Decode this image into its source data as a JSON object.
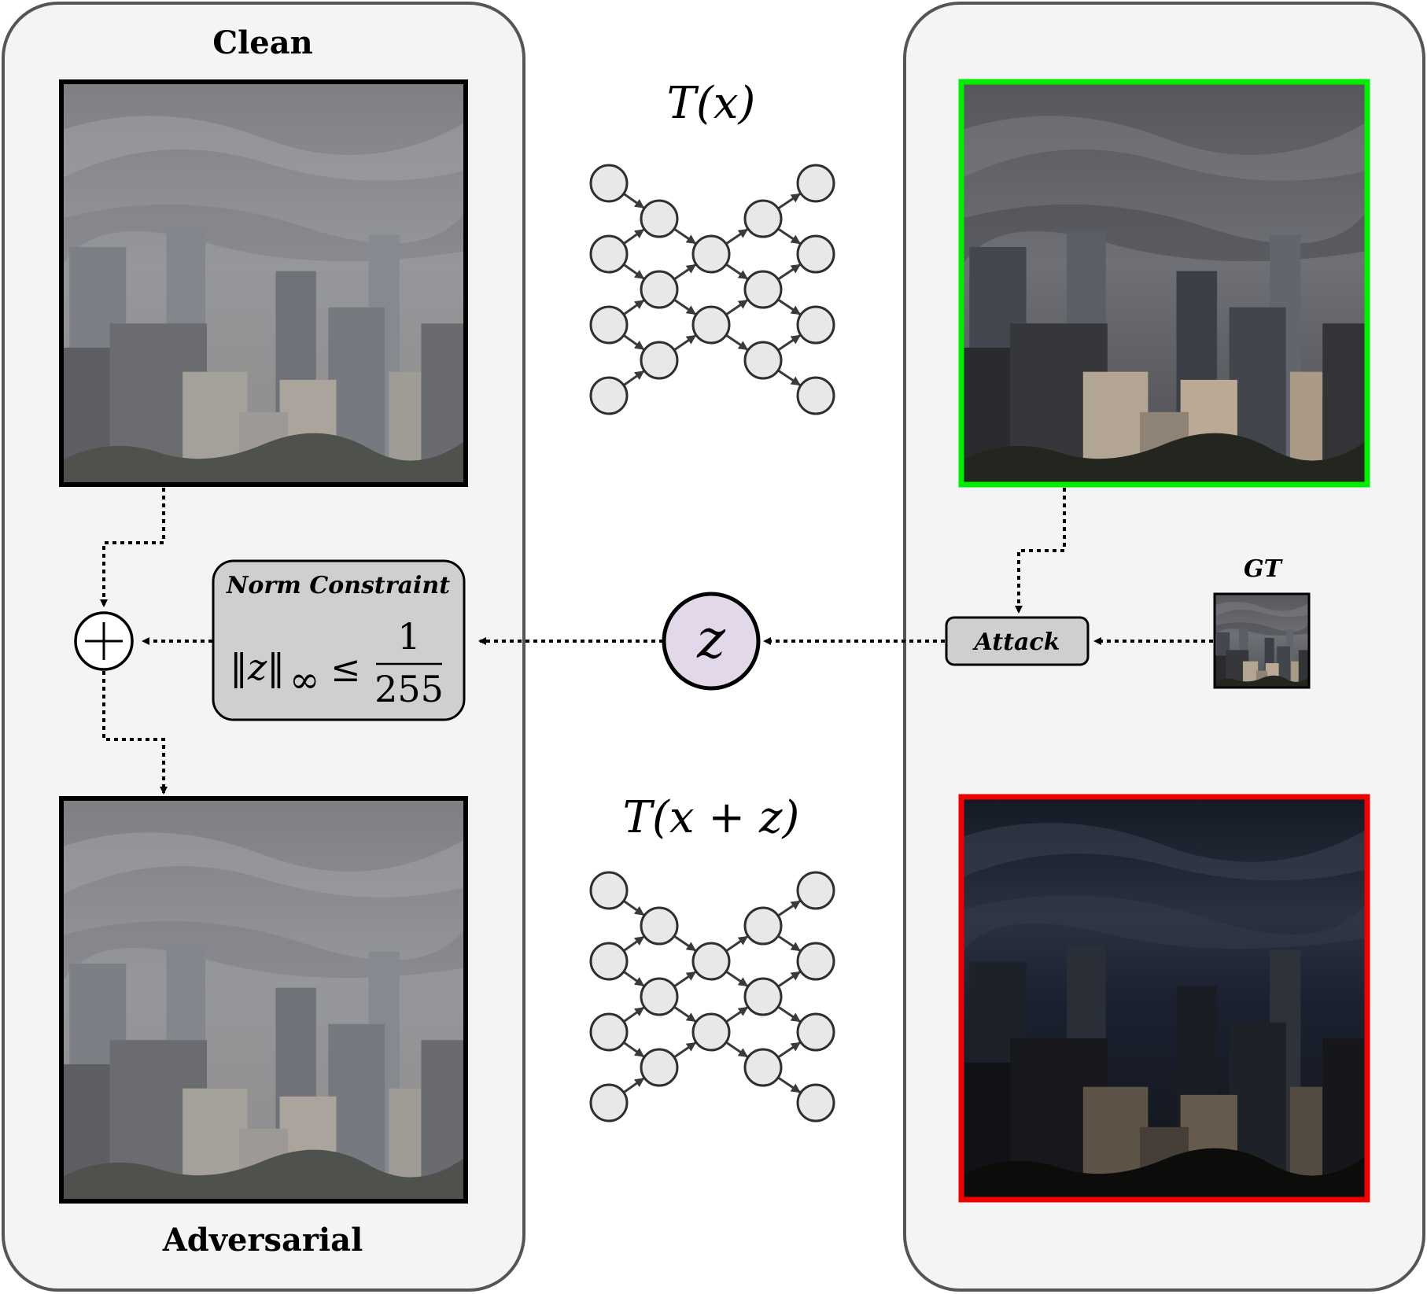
{
  "labels": {
    "clean": "Clean",
    "adversarial": "Adversarial",
    "t_x": "T(x)",
    "t_xz": "T(x + z)",
    "norm_title": "Norm Constraint",
    "norm_lhs": "‖z‖",
    "norm_sub": "∞",
    "norm_leq": "≤",
    "norm_num": "1",
    "norm_den": "255",
    "z": "z",
    "attack": "Attack",
    "gt": "GT",
    "plus": "+"
  },
  "colors": {
    "panel_fill": "#f4f4f4",
    "panel_stroke": "#555555",
    "clean_output_border": "#00ee00",
    "attacked_output_border": "#ee0000",
    "z_fill": "#e3d7ea",
    "box_fill": "#cfcfcf",
    "node_fill": "#e8e8e8"
  },
  "icons": {
    "sum": "circled-plus-icon",
    "network": "encoder-decoder-network-icon"
  }
}
